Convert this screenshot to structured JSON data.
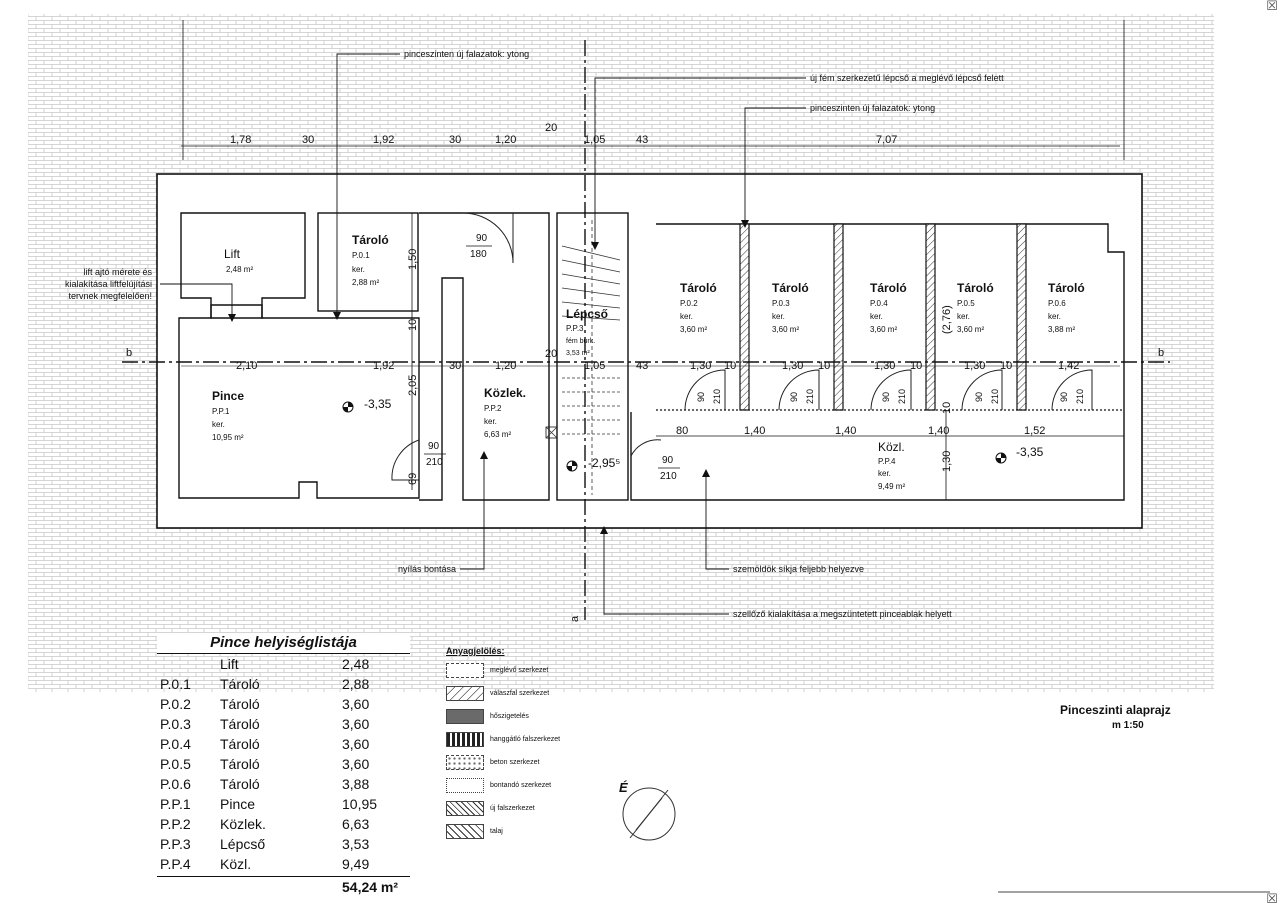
{
  "dimensions_top": [
    "1,78",
    "30",
    "1,92",
    "30",
    "1,20",
    "20",
    "1,05",
    "43",
    "7,07"
  ],
  "dimensions_mid": [
    "2,10",
    "1,92",
    "30",
    "1,20",
    "20",
    "1,05",
    "43",
    "1,30",
    "10",
    "1,30",
    "10",
    "1,30",
    "10",
    "1,30",
    "10",
    "1,42"
  ],
  "dimensions_lower": [
    "80",
    "1,40",
    "1,40",
    "1,40",
    "1,52"
  ],
  "dimensions_vertical": [
    "1,50",
    "10",
    "2,05",
    "69",
    "(2,76)",
    "10",
    "1,30"
  ],
  "doors": [
    {
      "w": "90",
      "h": "180"
    },
    {
      "w": "90",
      "h": "210"
    },
    {
      "w": "90",
      "h": "210"
    },
    {
      "w": "90",
      "h": "210"
    }
  ],
  "door_tags_corridor": [
    "90",
    "210",
    "90",
    "210",
    "90",
    "210",
    "90",
    "210",
    "90",
    "210"
  ],
  "rooms": {
    "lift": {
      "name": "Lift",
      "area": "2,48 m²"
    },
    "p01": {
      "name": "Tároló",
      "code": "P.0.1",
      "floor": "ker.",
      "area": "2,88 m²"
    },
    "p02": {
      "name": "Tároló",
      "code": "P.0.2",
      "floor": "ker.",
      "area": "3,60 m²"
    },
    "p03": {
      "name": "Tároló",
      "code": "P.0.3",
      "floor": "ker.",
      "area": "3,60 m²"
    },
    "p04": {
      "name": "Tároló",
      "code": "P.0.4",
      "floor": "ker.",
      "area": "3,60 m²"
    },
    "p05": {
      "name": "Tároló",
      "code": "P.0.5",
      "floor": "ker.",
      "area": "3,60 m²"
    },
    "p06": {
      "name": "Tároló",
      "code": "P.0.6",
      "floor": "ker.",
      "area": "3,88 m²"
    },
    "pp1": {
      "name": "Pince",
      "code": "P.P.1",
      "floor": "ker.",
      "area": "10,95 m²"
    },
    "pp2": {
      "name": "Közlek.",
      "code": "P.P.2",
      "floor": "ker.",
      "area": "6,63 m²"
    },
    "pp3": {
      "name": "Lépcső",
      "code": "P.P.3",
      "floor": "fém burk.",
      "area": "3,53 m²"
    },
    "pp4": {
      "name": "Közl.",
      "code": "P.P.4",
      "floor": "ker.",
      "area": "9,49 m²"
    }
  },
  "levels": {
    "pince": "-3,35",
    "lepcso": "-2,95⁵",
    "kozl": "-3,35"
  },
  "section_marks": {
    "b_left": "b",
    "b_right": "b",
    "a": "a"
  },
  "annotations": {
    "ytong_1": "pinceszinten új falazatok: ytong",
    "metal_stair": "új fém szerkezetű lépcső a meglévő lépcső felett",
    "ytong_2": "pinceszinten új falazatok: ytong",
    "lift_door": [
      "lift ajtó mérete és",
      "kialakítása liftfelújítási",
      "tervnek megfelelően!"
    ],
    "opening": "nyílás bontása",
    "lintel": "szemöldök síkja feljebb helyezve",
    "vent": "szellőző kialakítása a megszüntetett pinceablak helyett"
  },
  "room_table": {
    "title": "Pince helyiséglistája",
    "rows": [
      {
        "code": "",
        "name": "Lift",
        "area": "2,48"
      },
      {
        "code": "P.0.1",
        "name": "Tároló",
        "area": "2,88"
      },
      {
        "code": "P.0.2",
        "name": "Tároló",
        "area": "3,60"
      },
      {
        "code": "P.0.3",
        "name": "Tároló",
        "area": "3,60"
      },
      {
        "code": "P.0.4",
        "name": "Tároló",
        "area": "3,60"
      },
      {
        "code": "P.0.5",
        "name": "Tároló",
        "area": "3,60"
      },
      {
        "code": "P.0.6",
        "name": "Tároló",
        "area": "3,88"
      },
      {
        "code": "P.P.1",
        "name": "Pince",
        "area": "10,95"
      },
      {
        "code": "P.P.2",
        "name": "Közlek.",
        "area": "6,63"
      },
      {
        "code": "P.P.3",
        "name": "Lépcső",
        "area": "3,53"
      },
      {
        "code": "P.P.4",
        "name": "Közl.",
        "area": "9,49"
      }
    ],
    "total": "54,24 m²"
  },
  "legend": {
    "title": "Anyagjelölés:",
    "items": [
      {
        "label": "meglévő szerkezet",
        "icon": "swatch-existing"
      },
      {
        "label": "válaszfal szerkezet",
        "icon": "swatch-partition"
      },
      {
        "label": "hőszigetelés",
        "icon": "swatch-insulation"
      },
      {
        "label": "hanggátló falszerkezet",
        "icon": "swatch-acoustic"
      },
      {
        "label": "beton szerkezet",
        "icon": "swatch-concrete"
      },
      {
        "label": "bontandó szerkezet",
        "icon": "swatch-demolition"
      },
      {
        "label": "új falszerkezet",
        "icon": "swatch-new-wall"
      },
      {
        "label": "talaj",
        "icon": "swatch-soil"
      }
    ]
  },
  "north": "É",
  "sheet": {
    "title": "Pinceszinti alaprajz",
    "scale": "m 1:50"
  }
}
